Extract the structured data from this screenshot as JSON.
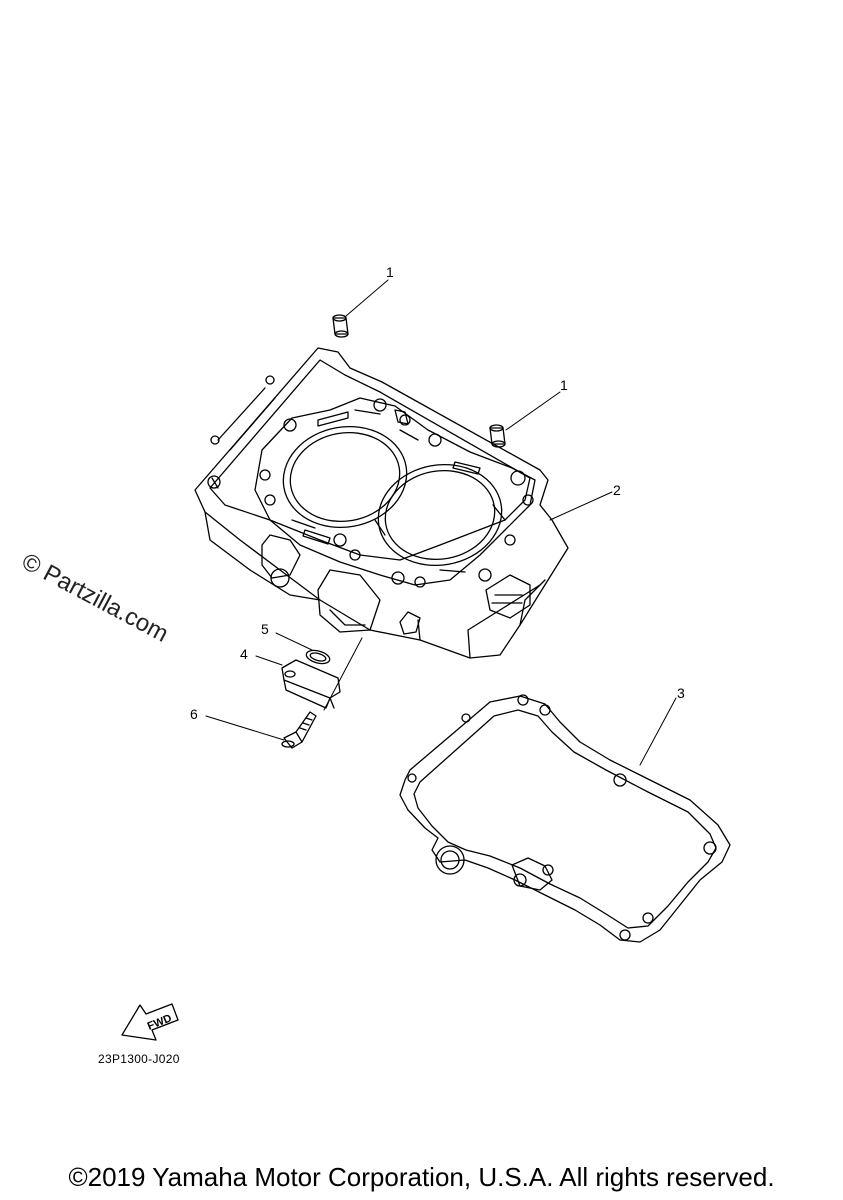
{
  "callouts": [
    {
      "num": "1"
    },
    {
      "num": "1"
    },
    {
      "num": "2"
    },
    {
      "num": "3"
    },
    {
      "num": "4"
    },
    {
      "num": "5"
    },
    {
      "num": "6"
    }
  ],
  "fwd_label": "FWD",
  "part_code": "23P1300-J020",
  "watermark": "© Partzilla.com",
  "copyright": "©2019 Yamaha Motor Corporation, U.S.A. All rights reserved.",
  "colors": {
    "line": "#000000",
    "background": "#ffffff"
  }
}
